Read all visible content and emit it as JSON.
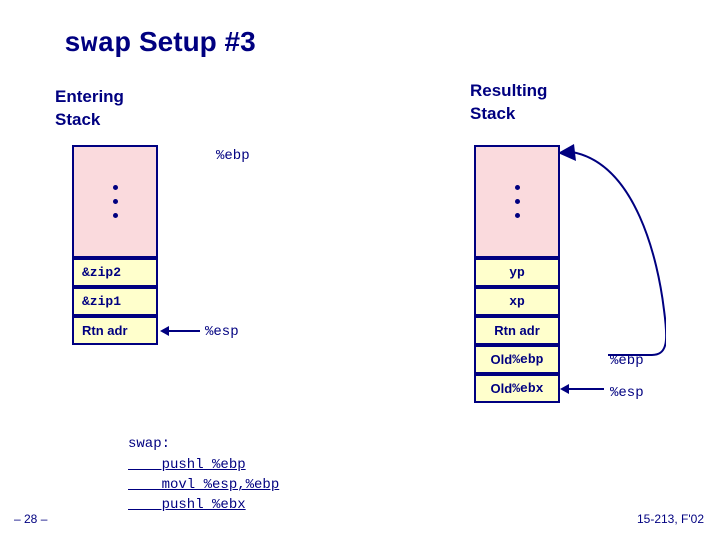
{
  "slide": {
    "title_mono": "swap",
    "title_rest": " Setup #3",
    "accent_color": "#000080",
    "stack_fill": "#fadadd",
    "cell_fill": "#ffffcc"
  },
  "entering": {
    "heading": "Entering\nStack",
    "cells": [
      {
        "text": "&zip2"
      },
      {
        "text": "&zip1"
      },
      {
        "text": "Rtn adr"
      }
    ],
    "labels": {
      "ebp": "%ebp",
      "esp": "%esp"
    }
  },
  "resulting": {
    "heading": "Resulting\nStack",
    "cells": [
      {
        "text": "yp"
      },
      {
        "text": "xp"
      },
      {
        "text": "Rtn adr"
      },
      {
        "text_prefix": "Old ",
        "text_mono": "%ebp"
      },
      {
        "text_prefix": "Old ",
        "text_mono": "%ebx"
      }
    ],
    "labels": {
      "ebp": "%ebp",
      "esp": "%esp"
    }
  },
  "code": {
    "lines": [
      "swap:",
      "    pushl %ebp",
      "    movl %esp,%ebp",
      "    pushl %ebx"
    ]
  },
  "footer": {
    "left": "– 28 –",
    "right": "15-213, F'02"
  }
}
